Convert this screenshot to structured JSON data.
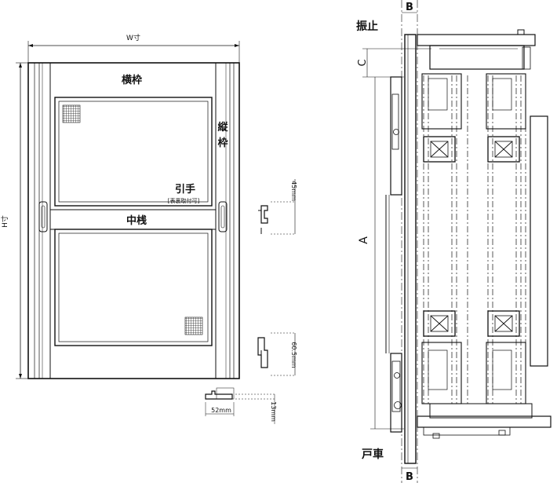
{
  "front_view": {
    "width_label": "W寸",
    "height_label": "H寸",
    "top_rail_label": "横枠",
    "stile_label_1": "縦",
    "stile_label_2": "枠",
    "middle_rail_label": "中桟",
    "handle_label": "引手",
    "handle_note": "[表裏取付可]"
  },
  "dimensions": {
    "upper_profile": "45mm",
    "lower_profile": "60.5mm",
    "profile_width": "52mm",
    "profile_height": "13mm"
  },
  "section_view": {
    "label_b_top": "B",
    "label_b_bottom": "B",
    "label_c": "C",
    "label_a": "A",
    "label_top": "振止",
    "label_bottom": "戸車"
  }
}
